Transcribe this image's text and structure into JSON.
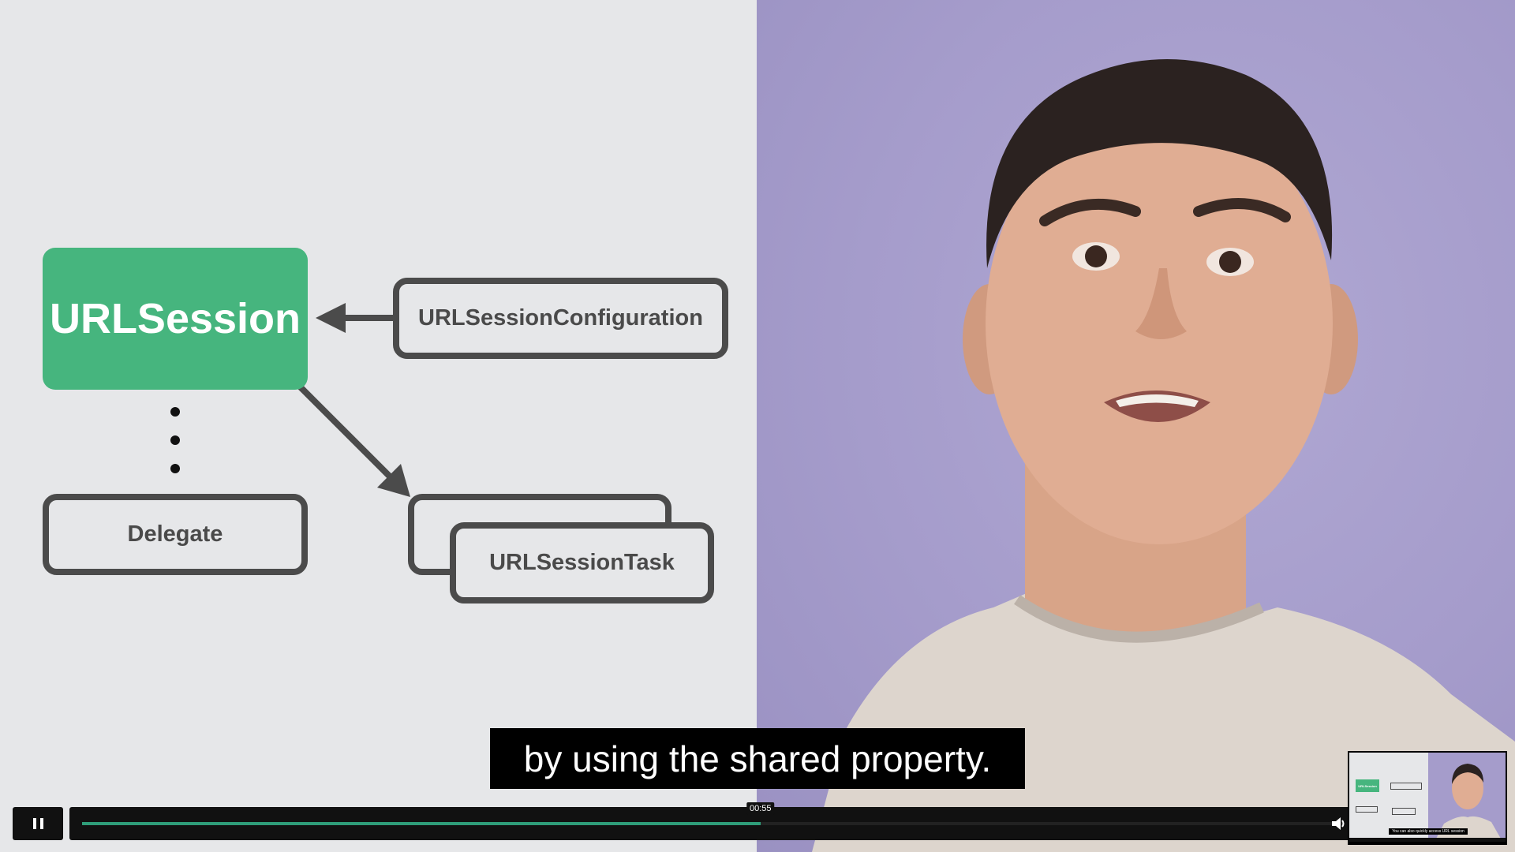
{
  "slide": {
    "main_node": "URLSession",
    "config_node": "URLSessionConfiguration",
    "delegate_node": "Delegate",
    "task_node": "URLSessionTask"
  },
  "caption": "by using the shared property.",
  "player": {
    "current_time": "00:55",
    "progress_fraction": 0.538,
    "play_state": "playing",
    "play_button_icon": "pause-icon",
    "volume_icon": "volume-icon"
  },
  "thumbnail": {
    "main_node": "URLSession",
    "caption": "You can also quickly access URL session"
  },
  "colors": {
    "slide_bg": "#e6e7e9",
    "accent_green": "#46b57e",
    "outline_gray": "#4b4b4b",
    "video_bg": "#a59ccb",
    "progress_fill": "#2f9d79"
  }
}
